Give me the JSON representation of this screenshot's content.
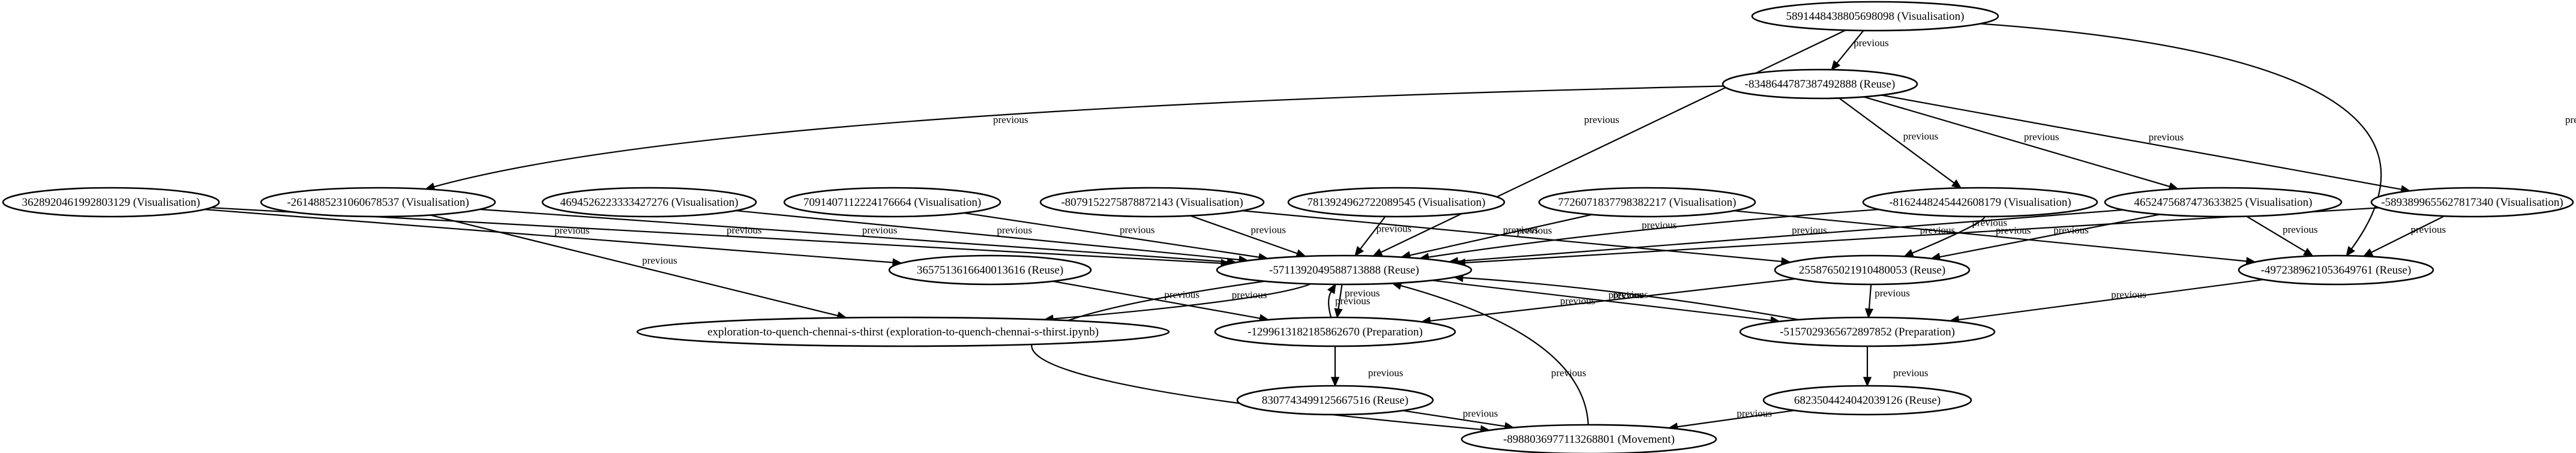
{
  "graph": {
    "nodes": [
      {
        "id": "n589",
        "label": "5891448438805698098 (Visualisation)"
      },
      {
        "id": "n834",
        "label": "-8348644787387492888 (Reuse)"
      },
      {
        "id": "n261",
        "label": "-2614885231060678537 (Visualisation)"
      },
      {
        "id": "n816",
        "label": "-8162448245442608179 (Visualisation)"
      },
      {
        "id": "n465",
        "label": "4652475687473633825 (Visualisation)"
      },
      {
        "id": "n589b",
        "label": "-5893899655627817340 (Visualisation)"
      },
      {
        "id": "n362",
        "label": "3628920461992803129 (Visualisation)"
      },
      {
        "id": "n469",
        "label": "4694526223333427276 (Visualisation)"
      },
      {
        "id": "n709",
        "label": "7091407112224176664 (Visualisation)"
      },
      {
        "id": "n807",
        "label": "-8079152275878872143 (Visualisation)"
      },
      {
        "id": "n781",
        "label": "7813924962722089545 (Visualisation)"
      },
      {
        "id": "n772",
        "label": "7726071837798382217 (Visualisation)"
      },
      {
        "id": "n571",
        "label": "-5711392049588713888 (Reuse)"
      },
      {
        "id": "n255",
        "label": "2558765021910480053 (Reuse)"
      },
      {
        "id": "n497",
        "label": "-4972389621053649761 (Reuse)"
      },
      {
        "id": "n365",
        "label": "3657513616640013616 (Reuse)"
      },
      {
        "id": "nexp",
        "label": "exploration-to-quench-chennai-s-thirst (exploration-to-quench-chennai-s-thirst.ipynb)"
      },
      {
        "id": "n129",
        "label": "-1299613182185862670 (Preparation)"
      },
      {
        "id": "n515",
        "label": "-5157029365672897852 (Preparation)"
      },
      {
        "id": "n830",
        "label": "8307743499125667516 (Reuse)"
      },
      {
        "id": "n682",
        "label": "6823504424042039126 (Reuse)"
      },
      {
        "id": "n898",
        "label": "-8988036977113268801 (Movement)"
      }
    ],
    "edges": [
      {
        "from": "n589",
        "to": "n834",
        "label": "previous"
      },
      {
        "from": "n589",
        "to": "n571",
        "label": "previous"
      },
      {
        "from": "n589",
        "to": "n497",
        "label": "previous"
      },
      {
        "from": "n834",
        "to": "n261",
        "label": "previous"
      },
      {
        "from": "n834",
        "to": "n816",
        "label": "previous"
      },
      {
        "from": "n834",
        "to": "n465",
        "label": "previous"
      },
      {
        "from": "n834",
        "to": "n589b",
        "label": "previous"
      },
      {
        "from": "n362",
        "to": "n365",
        "label": "previous"
      },
      {
        "from": "n362",
        "to": "n571",
        "label": "previous"
      },
      {
        "from": "n261",
        "to": "n571",
        "label": "previous"
      },
      {
        "from": "n261",
        "to": "nexp",
        "label": "previous"
      },
      {
        "from": "n469",
        "to": "n571",
        "label": "previous"
      },
      {
        "from": "n709",
        "to": "n571",
        "label": "previous"
      },
      {
        "from": "n807",
        "to": "n571",
        "label": "previous"
      },
      {
        "from": "n807",
        "to": "n255",
        "label": "previous"
      },
      {
        "from": "n781",
        "to": "n571",
        "label": "previous"
      },
      {
        "from": "n772",
        "to": "n571",
        "label": "previous"
      },
      {
        "from": "n772",
        "to": "n497",
        "label": "previous"
      },
      {
        "from": "n816",
        "to": "n571",
        "label": "previous"
      },
      {
        "from": "n816",
        "to": "n255",
        "label": "previous"
      },
      {
        "from": "n465",
        "to": "n571",
        "label": "previous"
      },
      {
        "from": "n465",
        "to": "n255",
        "label": "previous"
      },
      {
        "from": "n465",
        "to": "n497",
        "label": "previous"
      },
      {
        "from": "n589b",
        "to": "n571",
        "label": "previous"
      },
      {
        "from": "n589b",
        "to": "n497",
        "label": "previous"
      },
      {
        "from": "n571",
        "to": "nexp",
        "label": "previous"
      },
      {
        "from": "n571",
        "to": "n129",
        "label": "previous"
      },
      {
        "from": "n571",
        "to": "n515",
        "label": "previous"
      },
      {
        "from": "n571",
        "to": "n898",
        "label": "previous"
      },
      {
        "from": "n365",
        "to": "n129",
        "label": "previous"
      },
      {
        "from": "n255",
        "to": "n129",
        "label": "previous"
      },
      {
        "from": "n255",
        "to": "n515",
        "label": "previous"
      },
      {
        "from": "n497",
        "to": "n515",
        "label": "previous"
      },
      {
        "from": "n129",
        "to": "n571",
        "label": "previous"
      },
      {
        "from": "n129",
        "to": "n830",
        "label": "previous"
      },
      {
        "from": "n515",
        "to": "n571",
        "label": "previous"
      },
      {
        "from": "n515",
        "to": "n682",
        "label": "previous"
      },
      {
        "from": "n830",
        "to": "n898",
        "label": "previous"
      },
      {
        "from": "n682",
        "to": "n898",
        "label": "previous"
      },
      {
        "from": "n898",
        "to": "n571",
        "label": "previous"
      }
    ]
  }
}
